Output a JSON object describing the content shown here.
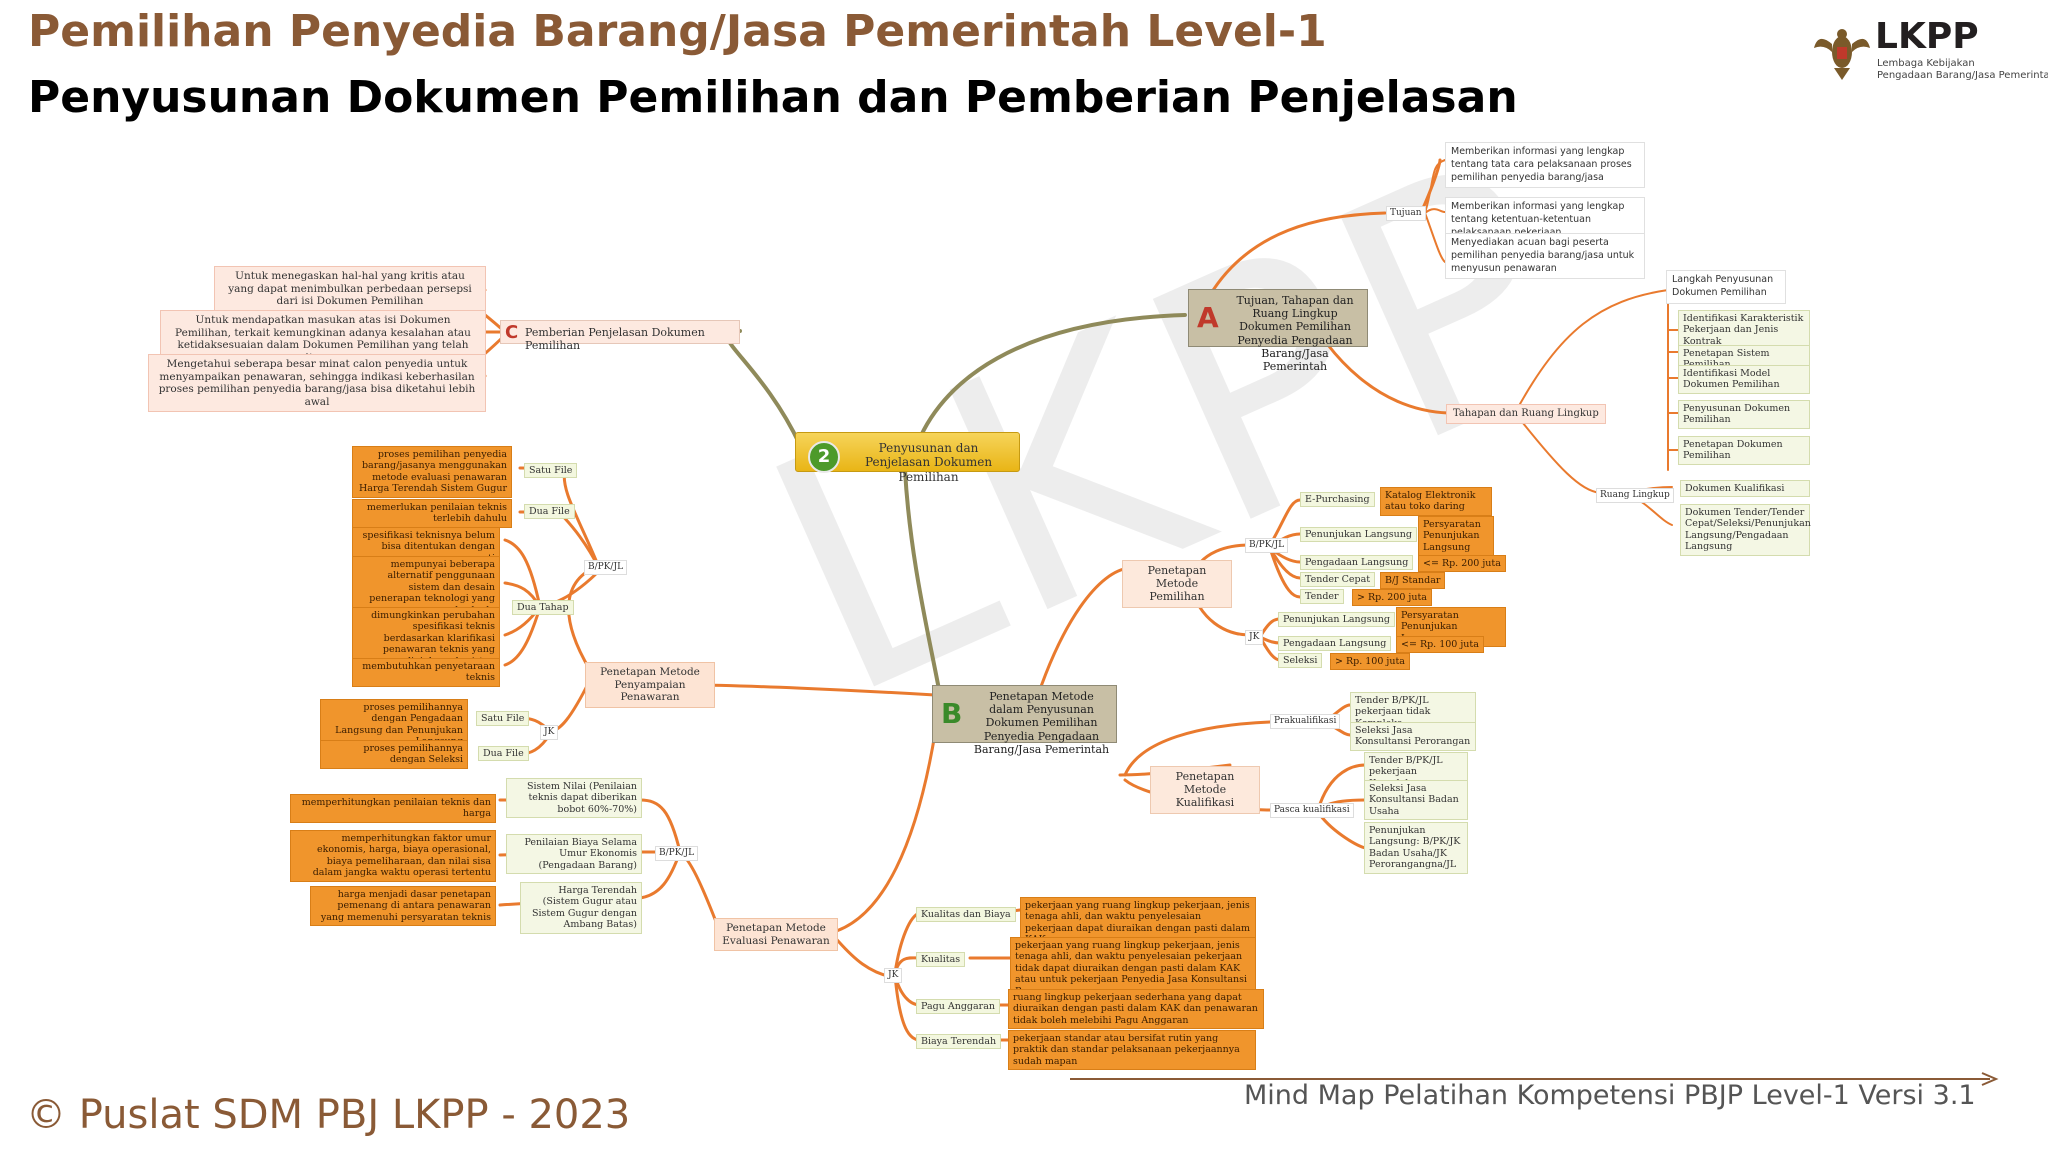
{
  "header": {
    "title": "Pemilihan Penyedia Barang/Jasa Pemerintah Level-1",
    "subtitle": "Penyusunan Dokumen Pemilihan dan Pemberian Penjelasan"
  },
  "logo": {
    "name": "LKPP",
    "tagline_line1": "Lembaga Kebijakan",
    "tagline_line2": "Pengadaan Barang/Jasa Pemerintah"
  },
  "watermark": "LKPP",
  "center": {
    "number": "2",
    "label": "Penyusunan dan Penjelasan Dokumen Pemilihan"
  },
  "branch_a": {
    "letter": "A",
    "label": "Tujuan, Tahapan dan Ruang Lingkup Dokumen Pemilihan Penyedia Pengadaan Barang/Jasa Pemerintah",
    "tujuan": {
      "label": "Tujuan",
      "items": [
        "Memberikan informasi yang lengkap tentang tata cara pelaksanaan proses pemilihan penyedia barang/jasa",
        "Memberikan informasi yang lengkap tentang ketentuan-ketentuan pelaksanaan pekerjaan",
        "Menyediakan acuan bagi peserta pemilihan penyedia barang/jasa untuk menyusun penawaran"
      ]
    },
    "tahapan": {
      "label": "Tahapan dan Ruang Lingkup",
      "langkah_label": "Langkah Penyusunan Dokumen Pemilihan",
      "langkah_items": [
        "Identifikasi Karakteristik Pekerjaan dan Jenis Kontrak",
        "Penetapan Sistem Pemilihan",
        "Identifikasi Model Dokumen Pemilihan",
        "Penyusunan Dokumen Pemilihan",
        "Penetapan Dokumen Pemilihan"
      ],
      "ruang_label": "Ruang Lingkup",
      "ruang_items": [
        "Dokumen Kualifikasi",
        "Dokumen Tender/Tender Cepat/Seleksi/Penunjukan Langsung/Pengadaan Langsung"
      ]
    }
  },
  "branch_c": {
    "letter": "C",
    "label": "Pemberian Penjelasan Dokumen Pemilihan",
    "items": [
      "Untuk menegaskan hal-hal yang kritis atau yang dapat menimbulkan perbedaan persepsi dari isi Dokumen Pemilihan",
      "Untuk mendapatkan masukan atas isi Dokumen Pemilihan, terkait kemungkinan adanya kesalahan atau ketidaksesuaian dalam Dokumen Pemilihan yang telah disusun",
      "Mengetahui seberapa besar minat calon penyedia untuk menyampaikan penawaran, sehingga indikasi keberhasilan proses pemilihan penyedia barang/jasa bisa diketahui lebih awal"
    ]
  },
  "branch_b": {
    "letter": "B",
    "label": "Penetapan Metode dalam Penyusunan Dokumen Pemilihan Penyedia Pengadaan Barang/Jasa Pemerintah",
    "metode_pemilihan": {
      "label": "Penetapan Metode Pemilihan",
      "bpkjl": {
        "label": "B/PK/JL",
        "rows": [
          {
            "name": "E-Purchasing",
            "value": "Katalog Elektronik atau toko daring"
          },
          {
            "name": "Penunjukan Langsung",
            "value": "Persyaratan Penunjukan Langsung"
          },
          {
            "name": "Pengadaan Langsung",
            "value": "<= Rp. 200 juta"
          },
          {
            "name": "Tender Cepat",
            "value": "B/J Standar"
          },
          {
            "name": "Tender",
            "value": "> Rp. 200 juta"
          }
        ]
      },
      "jk": {
        "label": "JK",
        "rows": [
          {
            "name": "Penunjukan Langsung",
            "value": "Persyaratan Penunjukan Langsung"
          },
          {
            "name": "Pengadaan Langsung",
            "value": "<= Rp. 100 juta"
          },
          {
            "name": "Seleksi",
            "value": "> Rp. 100 juta"
          }
        ]
      }
    },
    "metode_kualifikasi": {
      "label": "Penetapan Metode Kualifikasi",
      "prakualifikasi": {
        "label": "Prakualifikasi",
        "items": [
          "Tender B/PK/JL pekerjaan tidak Kompleks",
          "Seleksi Jasa Konsultansi Perorangan"
        ]
      },
      "pascakualifikasi": {
        "label": "Pasca kualifikasi",
        "items": [
          "Tender B/PK/JL pekerjaan Kompleks",
          "Seleksi Jasa Konsultansi Badan Usaha",
          "Penunjukan Langsung: B/PK/JK Badan Usaha/JK Perorangangna/JL"
        ]
      }
    },
    "metode_penyampaian": {
      "label": "Penetapan Metode Penyampaian Penawaran",
      "bpkjl": {
        "label": "B/PK/JL",
        "satu_file_1": {
          "label": "Satu File",
          "desc": "proses pemilihan penyedia barang/jasanya menggunakan metode evaluasi penawaran Harga Terendah Sistem Gugur"
        },
        "dua_file": {
          "label": "Dua File",
          "desc": "memerlukan penilaian teknis terlebih dahulu"
        },
        "dua_tahap": {
          "label": "Dua Tahap",
          "items": [
            "spesifikasi teknisnya belum bisa ditentukan dengan pasti",
            "mempunyai beberapa alternatif penggunaan sistem dan desain penerapan teknologi yang berbeda",
            "dimungkinkan perubahan spesifikasi teknis berdasarkan klarifikasi penawaran teknis yang diajukan; dan/atau",
            "membutuhkan penyetaraan teknis"
          ]
        }
      },
      "jk": {
        "label": "JK",
        "satu_file": {
          "label": "Satu File",
          "desc": "proses pemilihannya dengan Pengadaan Langsung dan Penunjukan Langsung"
        },
        "dua_file": {
          "label": "Dua File",
          "desc": "proses pemilihannya dengan Seleksi"
        }
      }
    },
    "metode_evaluasi": {
      "label": "Penetapan Metode Evaluasi Penawaran",
      "bpkjl": {
        "label": "B/PK/JL",
        "rows": [
          {
            "name": "Sistem Nilai (Penilaian teknis dapat diberikan bobot 60%-70%)",
            "desc": "memperhitungkan penilaian teknis dan harga"
          },
          {
            "name": "Penilaian Biaya Selama Umur Ekonomis (Pengadaan Barang)",
            "desc": "memperhitungkan faktor umur ekonomis, harga, biaya operasional, biaya pemeliharaan, dan nilai sisa dalam jangka waktu operasi tertentu"
          },
          {
            "name": "Harga Terendah (Sistem Gugur atau Sistem Gugur dengan Ambang Batas)",
            "desc": "harga menjadi dasar penetapan pemenang di antara penawaran yang memenuhi persyaratan teknis"
          }
        ]
      },
      "jk": {
        "label": "JK",
        "rows": [
          {
            "name": "Kualitas dan Biaya",
            "desc": "pekerjaan yang ruang lingkup pekerjaan, jenis tenaga ahli, dan waktu penyelesaian pekerjaan dapat diuraikan dengan pasti dalam KAK"
          },
          {
            "name": "Kualitas",
            "desc": "pekerjaan yang ruang lingkup pekerjaan, jenis tenaga ahli, dan waktu penyelesaian pekerjaan tidak dapat diuraikan dengan pasti dalam KAK atau untuk pekerjaan Penyedia Jasa Konsultansi Perorangan"
          },
          {
            "name": "Pagu Anggaran",
            "desc": "ruang lingkup pekerjaan sederhana yang dapat diuraikan dengan pasti dalam KAK dan penawaran tidak boleh melebihi Pagu Anggaran"
          },
          {
            "name": "Biaya Terendah",
            "desc": "pekerjaan standar atau bersifat rutin yang praktik dan standar pelaksanaan pekerjaannya sudah mapan"
          }
        ]
      }
    }
  },
  "footer": {
    "copyright": "© Puslat SDM PBJ LKPP - 2023",
    "version": "Mind Map Pelatihan Kompetensi PBJP Level-1 Versi 3.1"
  },
  "colors": {
    "title": "#8a5a36",
    "branch_line": "#e97a2e",
    "main_line": "#8f8a5a",
    "leaf_orange": "#f0952c",
    "center": "#f0c531"
  }
}
